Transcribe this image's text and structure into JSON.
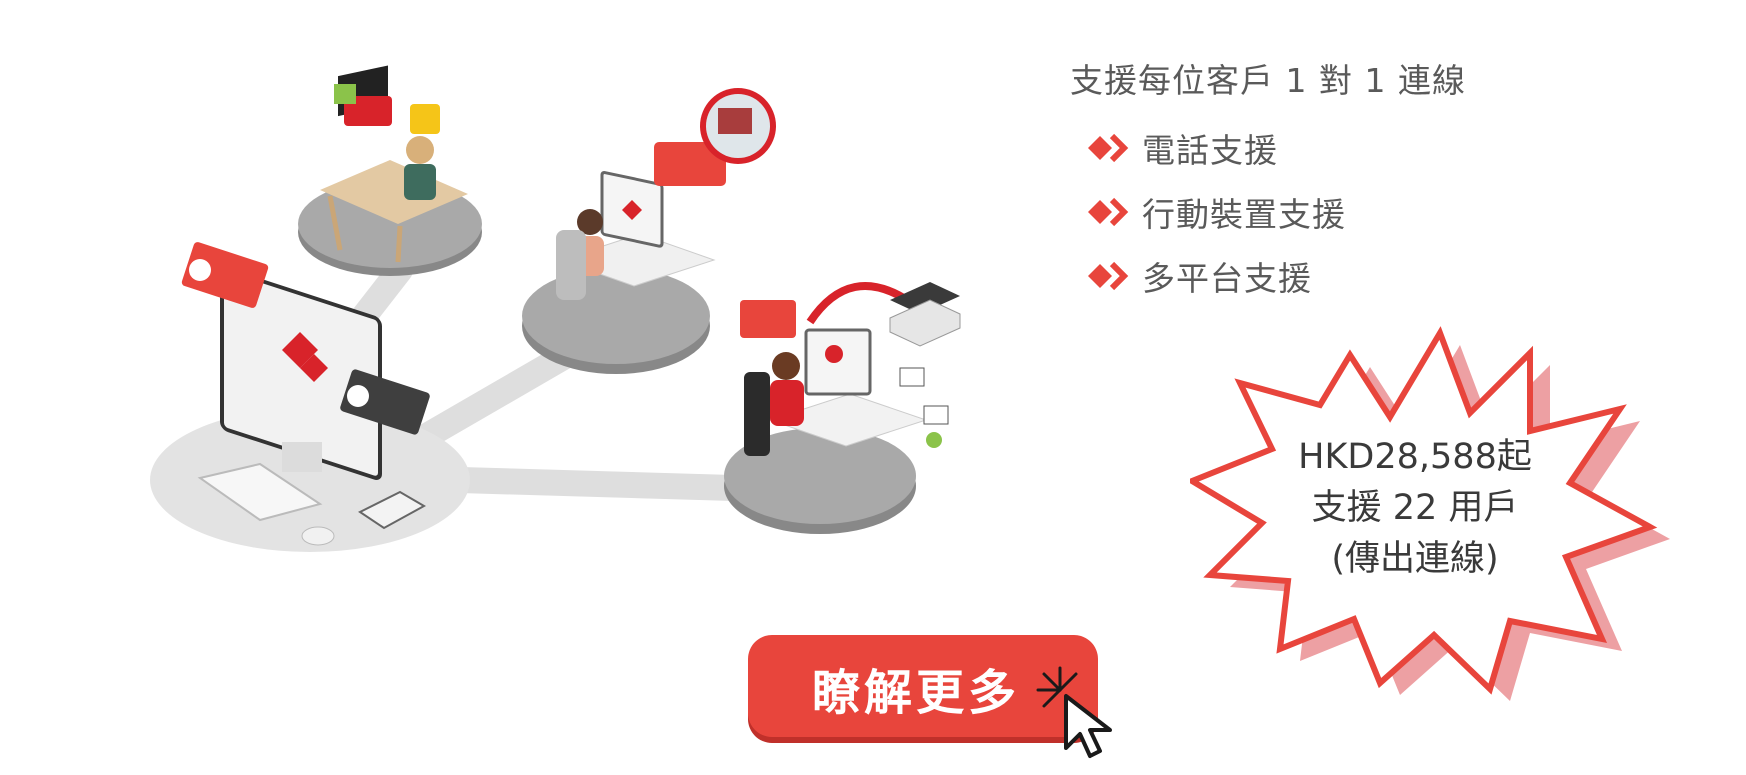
{
  "features": {
    "title": "支援每位客戶 1 對 1 連線",
    "items": [
      {
        "label": "電話支援"
      },
      {
        "label": "行動裝置支援"
      },
      {
        "label": "多平台支援"
      }
    ],
    "icon": "double-chevron-icon"
  },
  "price_burst": {
    "line1": "HKD28,588起",
    "line2": "支援 22 用戶",
    "line3": "(傳出連線)"
  },
  "cta": {
    "label": "瞭解更多",
    "icon": "click-cursor-icon"
  },
  "colors": {
    "accent": "#e8453c",
    "burst_shadow": "#eda0a3",
    "text": "#5a5a5a",
    "platform": "#8a8a8a"
  }
}
